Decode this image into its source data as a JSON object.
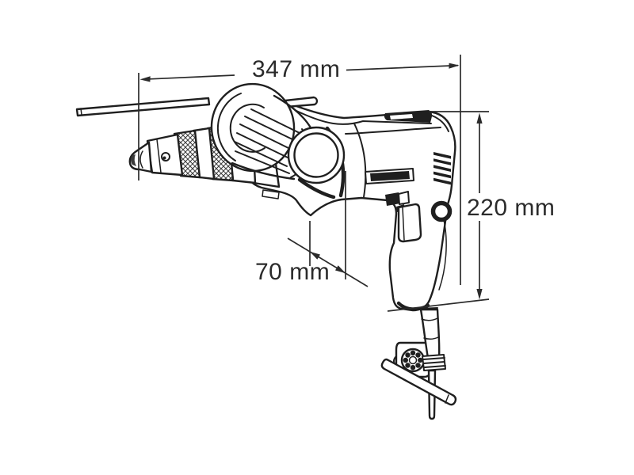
{
  "page": {
    "background": "#ffffff"
  },
  "diagram": {
    "kind": "technical-line-drawing",
    "subject": "electric hammer drill, side view, with dimension callouts",
    "line_color": "#1f1f1f",
    "dimension_color": "#2b2b2b",
    "dimensions": {
      "overall_length": {
        "label": "347 mm",
        "orientation": "horizontal"
      },
      "overall_height": {
        "label": "220 mm",
        "orientation": "vertical"
      },
      "grip_offset": {
        "label": "70 mm",
        "orientation": "oblique"
      }
    }
  }
}
